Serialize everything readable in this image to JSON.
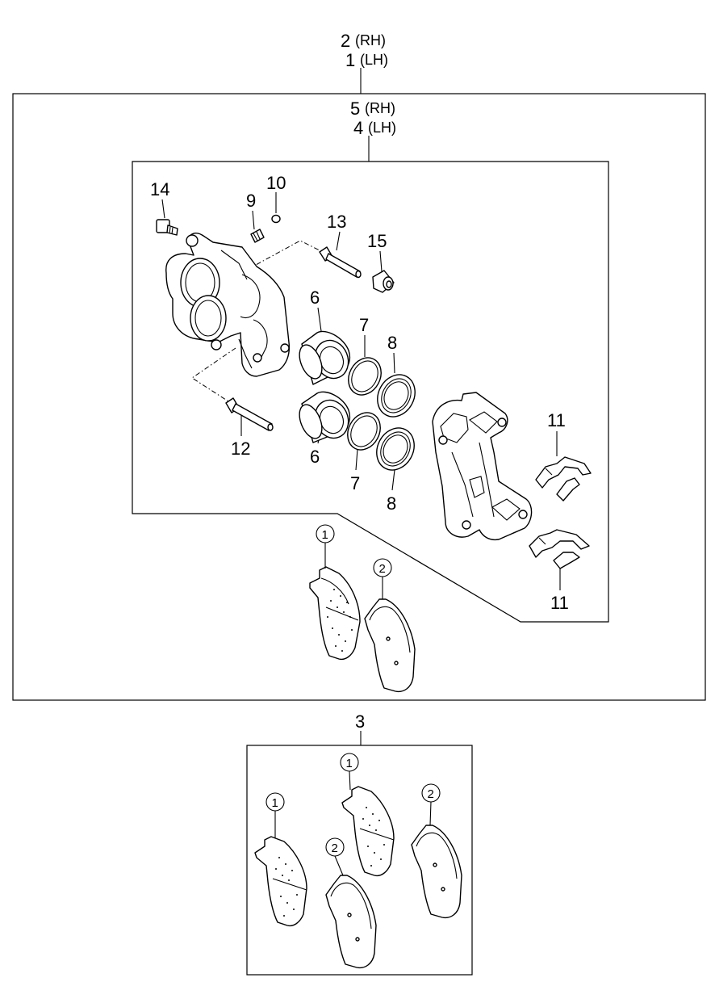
{
  "title": {
    "top_rh_num": "2",
    "top_rh_side": "(RH)",
    "top_lh_num": "1",
    "top_lh_side": "(LH)",
    "inner_rh_num": "5",
    "inner_rh_side": "(RH)",
    "inner_lh_num": "4",
    "inner_lh_side": "(LH)",
    "kit_num": "3"
  },
  "parts": {
    "p14": "14",
    "p9": "9",
    "p10": "10",
    "p13": "13",
    "p15": "15",
    "p6a": "6",
    "p7a": "7",
    "p8a": "8",
    "p6b": "6",
    "p7b": "7",
    "p8b": "8",
    "p12": "12",
    "p11a": "11",
    "p11b": "11"
  },
  "callouts": {
    "pad_inner_1": "1",
    "pad_outer_2": "2",
    "kit_pad_1a": "1",
    "kit_pad_1b": "1",
    "kit_pad_2a": "2",
    "kit_pad_2b": "2"
  }
}
